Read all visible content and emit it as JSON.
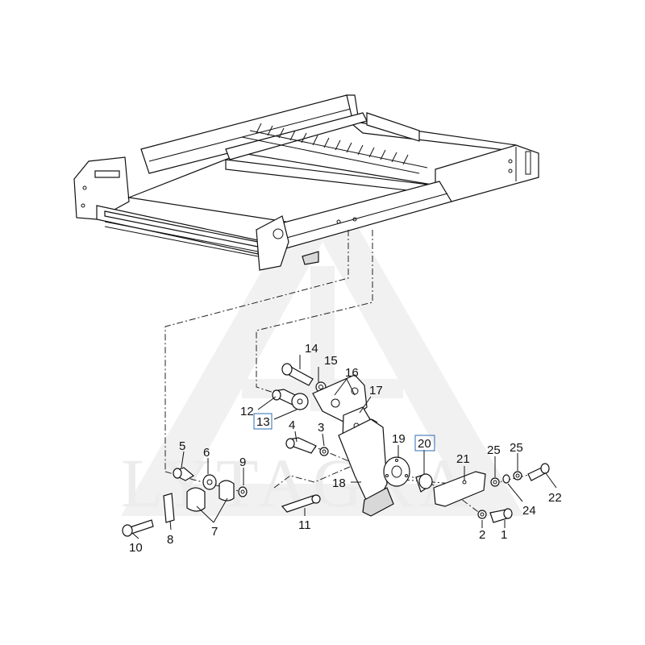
{
  "watermark": {
    "text": "LYTAGRA",
    "color": "#ececec"
  },
  "highlight_color": "#2b6cb0",
  "callouts": [
    {
      "id": "c1",
      "label": "1"
    },
    {
      "id": "c2",
      "label": "2"
    },
    {
      "id": "c3",
      "label": "3"
    },
    {
      "id": "c4",
      "label": "4"
    },
    {
      "id": "c5",
      "label": "5"
    },
    {
      "id": "c6",
      "label": "6"
    },
    {
      "id": "c7",
      "label": "7"
    },
    {
      "id": "c8",
      "label": "8"
    },
    {
      "id": "c9",
      "label": "9"
    },
    {
      "id": "c10",
      "label": "10"
    },
    {
      "id": "c11",
      "label": "11"
    },
    {
      "id": "c12",
      "label": "12"
    },
    {
      "id": "c13",
      "label": "13",
      "highlighted": true
    },
    {
      "id": "c14",
      "label": "14"
    },
    {
      "id": "c15",
      "label": "15"
    },
    {
      "id": "c16",
      "label": "16"
    },
    {
      "id": "c17",
      "label": "17"
    },
    {
      "id": "c18",
      "label": "18"
    },
    {
      "id": "c19",
      "label": "19"
    },
    {
      "id": "c20",
      "label": "20",
      "highlighted": true
    },
    {
      "id": "c21",
      "label": "21"
    },
    {
      "id": "c22",
      "label": "22"
    },
    {
      "id": "c24",
      "label": "24"
    },
    {
      "id": "c25a",
      "label": "25"
    },
    {
      "id": "c25b",
      "label": "25"
    }
  ]
}
